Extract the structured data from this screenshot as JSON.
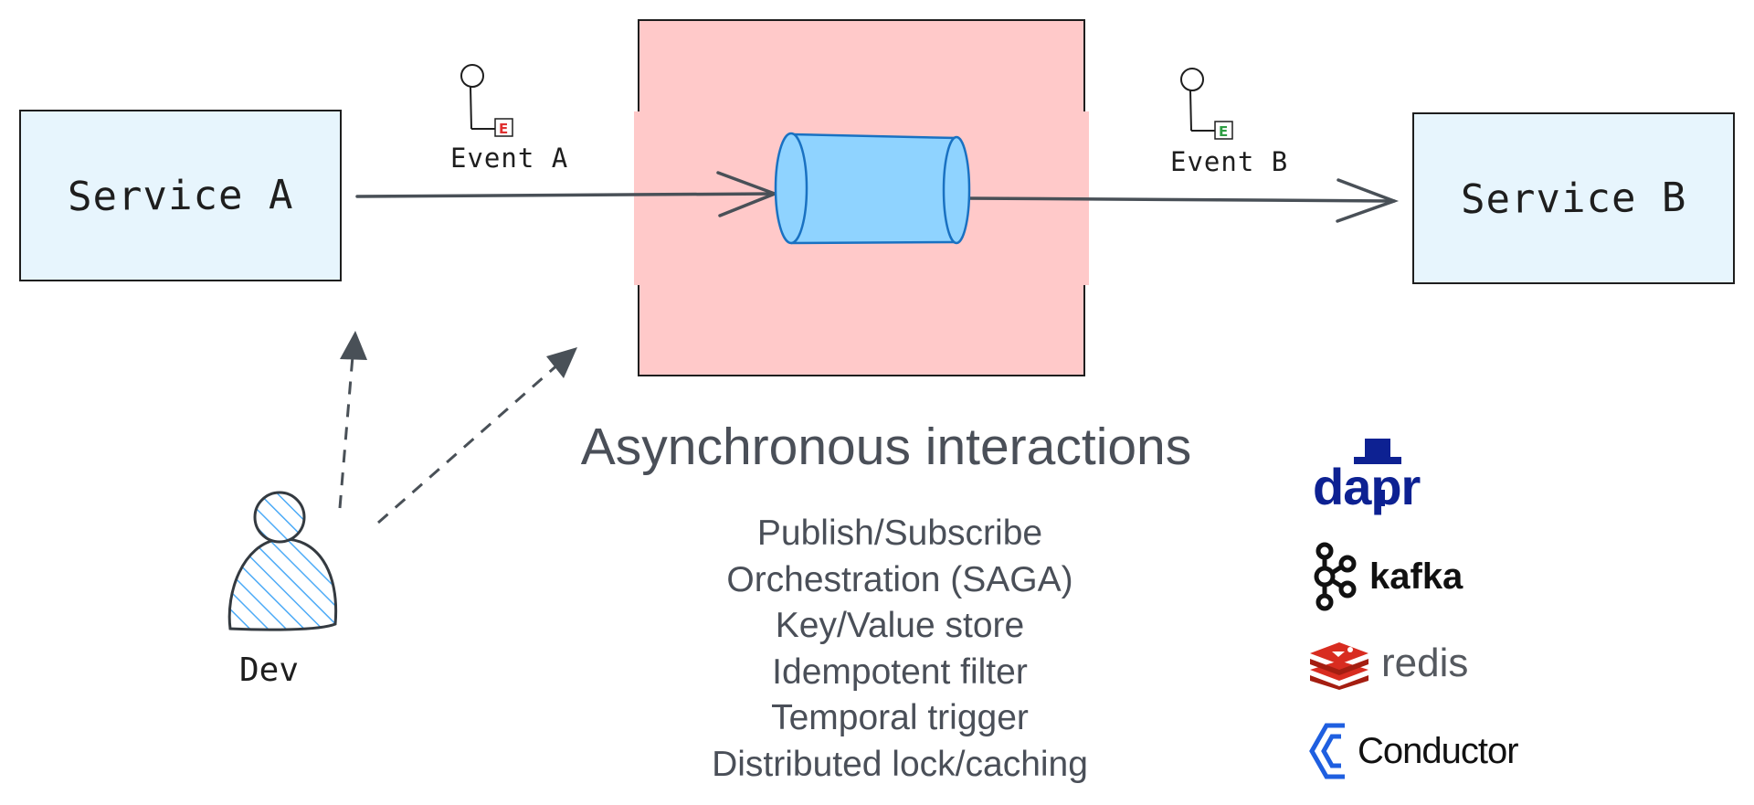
{
  "services": {
    "a": {
      "label": "Service A"
    },
    "b": {
      "label": "Service B"
    }
  },
  "events": {
    "a": {
      "label": "Event A"
    },
    "b": {
      "label": "Event B"
    }
  },
  "actor": {
    "label": "Dev"
  },
  "section": {
    "heading": "Asynchronous interactions",
    "features": [
      "Publish/Subscribe",
      "Orchestration (SAGA)",
      "Key/Value store",
      "Idempotent filter",
      "Temporal trigger",
      "Distributed lock/caching"
    ]
  },
  "technologies": [
    {
      "name": "dapr",
      "icon": "dapr-logo"
    },
    {
      "name": "kafka",
      "icon": "kafka-logo"
    },
    {
      "name": "redis",
      "icon": "redis-logo"
    },
    {
      "name": "Conductor",
      "icon": "conductor-logo"
    }
  ],
  "colors": {
    "service_fill": "#e7f5fd",
    "broker_fill": "#ffc9c9",
    "queue_fill": "#8fd3ff",
    "queue_stroke": "#1971c2",
    "arrow": "#495057",
    "text_muted": "#4a4f58",
    "dapr_blue": "#0d2192",
    "redis_red": "#d82c20",
    "conductor_blue": "#1f5fe0"
  }
}
